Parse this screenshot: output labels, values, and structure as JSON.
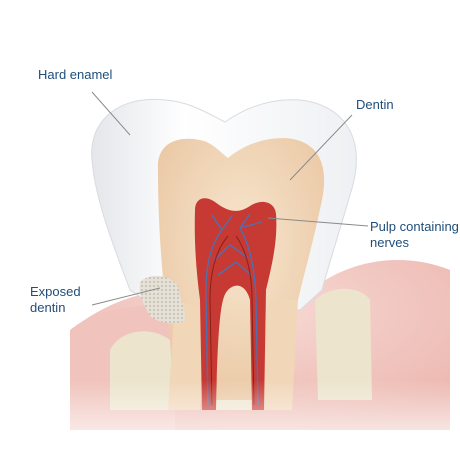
{
  "labels": {
    "hard_enamel": "Hard enamel",
    "dentin": "Dentin",
    "pulp": "Pulp containing\nnerves",
    "exposed_dentin": "Exposed\ndentin"
  },
  "colors": {
    "label_text": "#1f4e79",
    "leader_line": "#8a8a8a",
    "enamel": "#f6f7f9",
    "dentin": "#f3dcc0",
    "pulp": "#c73a34",
    "nerve": "#4f6fb0",
    "gum": "#f2c9c3",
    "bone": "#ebe3cf",
    "exposed_dentin": "#d7d2c8"
  }
}
